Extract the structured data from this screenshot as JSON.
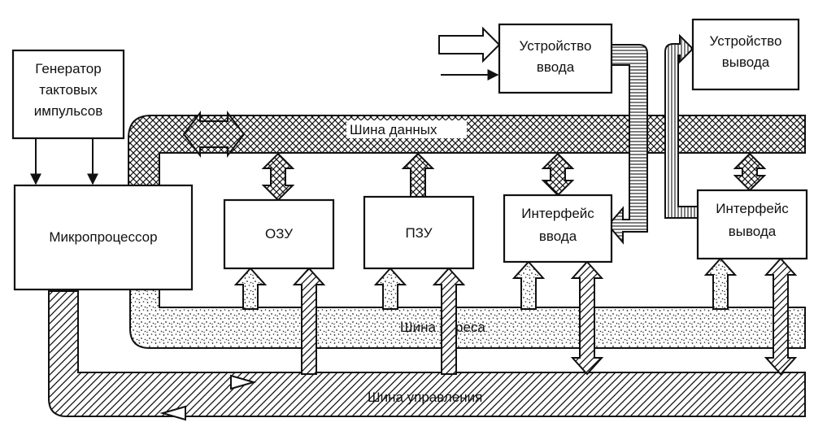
{
  "diagram": {
    "blocks": {
      "clock_generator": [
        "Генератор",
        "тактовых",
        "импульсов"
      ],
      "microprocessor": [
        "Микропроцессор"
      ],
      "ram": [
        "ОЗУ"
      ],
      "rom": [
        "ПЗУ"
      ],
      "input_interface": [
        "Интерфейс",
        "ввода"
      ],
      "output_interface": [
        "Интерфейс",
        "вывода"
      ],
      "input_device": [
        "Устройство",
        "ввода"
      ],
      "output_device": [
        "Устройство",
        "вывода"
      ]
    },
    "buses": {
      "data_bus": "Шина данных",
      "address_bus": "Шина адреса",
      "control_bus": "Шина управления"
    },
    "colors": {
      "ink": "#111111",
      "background": "#ffffff"
    }
  }
}
